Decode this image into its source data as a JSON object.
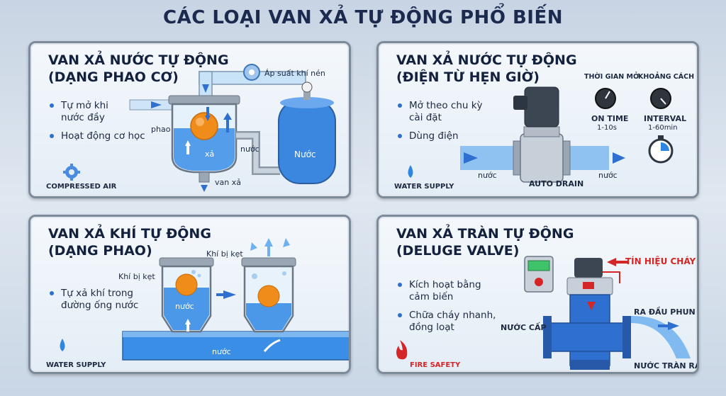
{
  "title": "CÁC LOẠI VAN XẢ TỰ ĐỘNG PHỔ BIẾN",
  "panels": {
    "float_drain": {
      "title_line1": "VAN XẢ NƯỚC TỰ ĐỘNG",
      "title_line2": "(DẠNG PHAO CƠ)",
      "bullets": [
        "Tự mở khi nước đầy",
        "Hoạt động cơ học"
      ],
      "labels": {
        "pressure": "Áp suất khí nén",
        "float": "phao",
        "water": "nước",
        "discharge": "xả",
        "valve": "van xả",
        "tank": "Nước"
      },
      "badge": "COMPRESSED AIR",
      "badge_icon": "gear-icon"
    },
    "timer_drain": {
      "title_line1": "VAN XẢ NƯỚC TỰ ĐỘNG",
      "title_line2": "(ĐIỆN TỪ HẸN GIỜ)",
      "bullets": [
        "Mở theo chu kỳ cài đặt",
        "Dùng điện"
      ],
      "labels": {
        "open_time": "THỜI GIAN MỞ",
        "interval_title": "KHOẢNG CÁCH",
        "on_time": "ON TIME",
        "on_time_range": "1-10s",
        "interval": "INTERVAL",
        "interval_range": "1-60min",
        "water_in": "nước",
        "water_out": "nước",
        "auto_drain": "AUTO DRAIN"
      },
      "badge": "WATER SUPPLY",
      "badge_icon": "water-drop-icon"
    },
    "air_release": {
      "title_line1": "VAN XẢ KHÍ TỰ ĐỘNG",
      "title_line2": "(DẠNG PHAO)",
      "bullets": [
        "Tự xả khí trong đường ống nước"
      ],
      "labels": {
        "trapped_top": "Khí bị kẹt",
        "trapped_left": "Khí bị kẹt",
        "water_chamber": "nước",
        "water_pipe": "nước"
      },
      "badge": "WATER SUPPLY",
      "badge_icon": "water-drop-icon"
    },
    "deluge": {
      "title_line1": "VAN XẢ TRÀN TỰ ĐỘNG",
      "title_line2": "(DELUGE VALVE)",
      "bullets": [
        "Kích hoạt bằng cảm biến",
        "Chữa cháy nhanh, đồng loạt"
      ],
      "labels": {
        "fire_signal": "TÍN HIỆU CHÁY",
        "to_nozzle": "RA ĐẦU PHUN",
        "supply": "NƯỚC CẤP",
        "overflow": "NƯỚC TRÀN RA"
      },
      "badge": "FIRE SAFETY",
      "badge_icon": "flame-icon"
    }
  },
  "colors": {
    "title": "#1b2a4e",
    "water": "#2f86e0",
    "pipe": "#8d98a6",
    "fire": "#d42626",
    "float": "#f08c1a"
  }
}
